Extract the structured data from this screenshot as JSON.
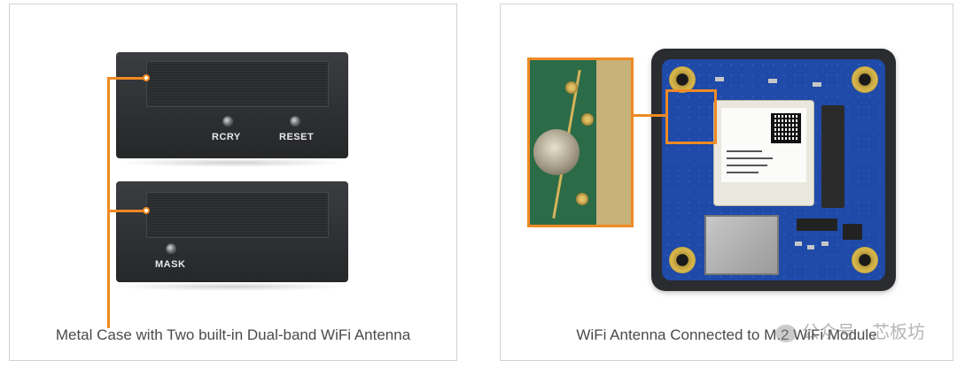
{
  "left_panel": {
    "caption": "Metal Case with Two built-in Dual-band WiFi Antenna",
    "case_top": {
      "button_labels": [
        "RCRY",
        "RESET"
      ]
    },
    "case_bottom": {
      "button_label": "MASK"
    }
  },
  "right_panel": {
    "caption": "WiFi Antenna Connected to M.2 WiFi Module"
  },
  "watermark": {
    "text": "公众号 · 芯板坊"
  },
  "colors": {
    "accent": "#f08a24",
    "pcb": "#1f4aa8",
    "case": "#2d2f32"
  }
}
